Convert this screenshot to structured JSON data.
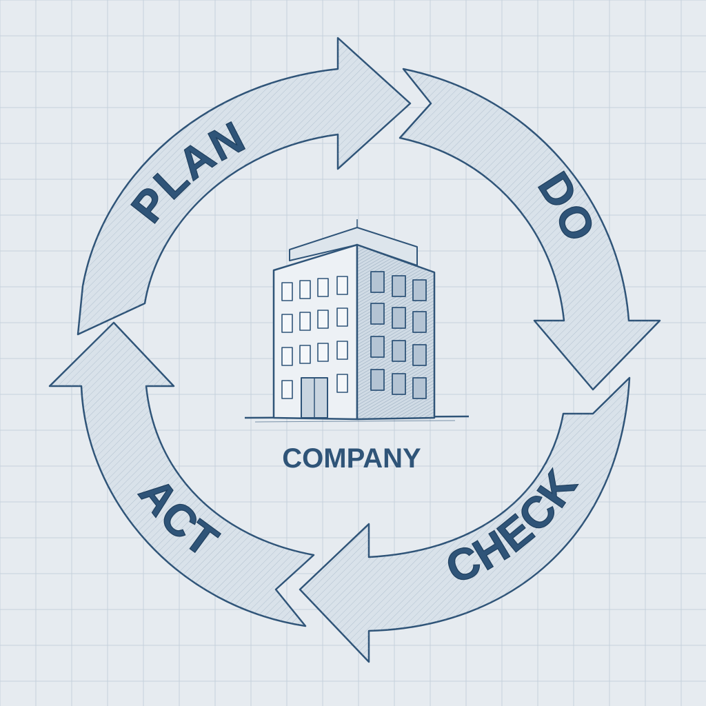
{
  "diagram": {
    "stages": [
      {
        "id": "plan",
        "label": "PLAN"
      },
      {
        "id": "do",
        "label": "DO"
      },
      {
        "id": "check",
        "label": "CHECK"
      },
      {
        "id": "act",
        "label": "ACT"
      }
    ],
    "center": {
      "label": "COMPANY",
      "icon": "office-building-icon"
    },
    "colors": {
      "background": "#e6ebf0",
      "grid": "#c5d0db",
      "ink": "#2f5478",
      "arrow_fill": "#d9e2ea"
    }
  }
}
